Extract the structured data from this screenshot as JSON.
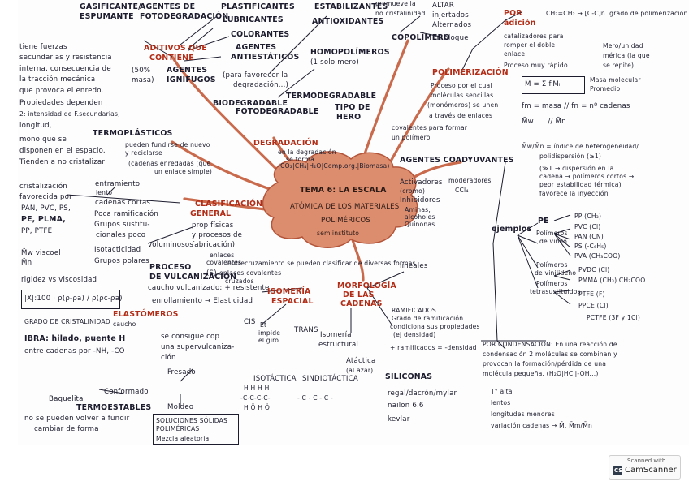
{
  "cloud": {
    "title": "TEMA 6: LA ESCALA",
    "line2": "ATÓMICA DE LOS MATERIALES",
    "line3": "POLIMÉRICOS",
    "line4": "semiinstituto",
    "fill": "#dc8d6e",
    "stroke": "#b4553a"
  },
  "colors": {
    "ink": "#1c1c2e",
    "branch": "#c96a4c",
    "accent": "#b22d17"
  },
  "top_left": {
    "aditivos_title": "ADITIVOS QUE",
    "aditivos_sub": "CONTIENE",
    "percent": "(50%",
    "masa": "masa)",
    "gasificante": "GASIFICANTE/",
    "espumante": "ESPUMANTE",
    "agentes_foto": "AGENTES DE",
    "fotodeg": "FOTODEGRADACIÓN",
    "plastificantes": "PLASTIFICANTES",
    "lubricantes": "LUBRICANTES",
    "colorantes": "COLORANTES",
    "agentes_anti": "AGENTES",
    "antiestaticos": "ANTIESTÁTICOS",
    "agentes_ign": "AGENTES",
    "ignifugos": "IGNÍFUGOS",
    "para_favorecer": "(para favorecer la",
    "degradacion_paren": "degradación...)",
    "estabilizantes": "ESTABILIZANTES",
    "antioxidantes": "ANTIOXIDANTES",
    "promueve1": "promueve la",
    "promueve2": "no cristalinidad",
    "biodegradable": "BIODEGRADABLE",
    "fotodegradable": "FOTODEGRADABLE",
    "termodegradable": "TERMODEGRADABLE",
    "tipo_de1": "TIPO DE",
    "tipo_de2": "HERO",
    "degradacion": "DEGRADACIÓN",
    "en_la_degr": "en la degradación",
    "se_forma": "se forma",
    "deg_products": "(CO₂|CH₄|H₂O|Comp.org.|Biomasa)"
  },
  "left_text": [
    "tiene fuerzas",
    "secundarias y resistencia",
    "interna, consecuencia de",
    "la tracción mecánica",
    "que provoca el enredo.",
    "Propiedades dependen",
    "2: intensidad de F.secundarias,",
    "longitud,",
    "mono que se",
    "disponen en el espacio.",
    "Tienden a no cristalizar"
  ],
  "termoplasticos": {
    "title": "TERMOPLÁSTICOS",
    "l1": "pueden fundirse de nuevo",
    "l2": "y reciclarse",
    "l3": "(cadenas enredadas (que",
    "l4": "un enlace simple)"
  },
  "left_mid": {
    "cristalizacion": "cristalización",
    "favorecida": "favorecida por",
    "pan": "PAN, PVC, PS,",
    "pe": "PE, PLMA,",
    "pp": "PP, PTFE",
    "mw": "M̄w viscoel",
    "mn": "M̄n",
    "entramiento": "entramiento",
    "lento": "lento",
    "cadenas_cortas": "cadenas cortas",
    "poca": "Poca ramificación",
    "grupos1": "Grupos sustitu-",
    "grupos2": "cionales poco",
    "voluminosos": "voluminosos",
    "isotacticidad": "Isotacticidad",
    "grupos_polares": "Grupos polares",
    "rigidez": "rigidez vs viscosidad",
    "formula": "|X|:100 · ρ(ρ-ρa) / ρ(ρc-ρa)",
    "grado": "GRADO DE CRISTALINIDAD",
    "ibra1": "IBRA: hilado, puente H",
    "ibra2": "entre cadenas por -NH, -CO"
  },
  "clasificacion": {
    "title1": "CLASIFICACIÓN",
    "title2": "GENERAL",
    "prop1": "prop físicas",
    "prop2": "y procesos de",
    "prop3": "fabricación)",
    "enlaces": "enlaces",
    "covalentes": "covalentes",
    "proceso": "PROCESO",
    "vulcanizacion": "DE VULCANIZACIÓN",
    "caucho": "caucho vulcanizado: + resistente",
    "enrollamiento": "enrollamiento → Elasticidad",
    "elastomeros": "ELASTÓMEROS",
    "caucho2": "caucho",
    "entrecruzamiento": "entrecruzamiento se pueden clasificar de diversas formas",
    "s5": "(S)",
    "enlaces_cov": "enlaces covalentes",
    "cruzados": "cruzados"
  },
  "bottom_left": {
    "se_consigue1": "se consigue cop",
    "se_consigue2": "una supervulcaniza-",
    "se_consigue3": "ción",
    "baquelita": "Baquelita",
    "conformado": "Conformado",
    "termoestables": "TERMOESTABLES",
    "tb1": "no se pueden volver a fundir",
    "tb2": "cambiar de forma",
    "fresado": "Fresado",
    "moldeo": "Moldeo",
    "soluciones1": "SOLUCIONES SÓLIDAS",
    "soluciones2": "POLIMÉRICAS",
    "mezcla": "Mezcla aleatoria"
  },
  "bottom_mid": {
    "isomeria": "ISOMERÍA",
    "espacial": "ESPACIAL",
    "cis": "CIS",
    "et": "Et",
    "impide": "impide",
    "el_giro": "el giro",
    "trans": "TRANS",
    "isomeria_est1": "Isomería",
    "isomeria_est2": "estructural",
    "morfologia1": "MORFOLOGÍA",
    "morfologia2": "DE LAS",
    "morfologia3": "CADENAS",
    "isotactica": "ISOTÁCTICA",
    "sindiotactica": "SINDIOTÁCTICA",
    "atactica1": "Atáctica",
    "atactica2": "(al azar)",
    "chem1": "H H H H",
    "chem2": "-C-C-C-C-",
    "chem3": "H Ö H Ö",
    "chem4": "- C - C - C -",
    "siliconas": "SILICONAS",
    "ramificados1": "RAMIFICADOS",
    "ramificados2": "Grado de ramificación",
    "ramificados3": "condiciona sus propiedades",
    "ramificados4": "(ej densidad)",
    "ramificados5": "+ ramificados = -densidad",
    "lineales": "lineales",
    "nylon1": "regal/dacrón/mylar",
    "nylon2": "nailon 6.6",
    "kevlar": "kevlar"
  },
  "right_mid": {
    "cristalino_top1": "ALTAR",
    "cristalino_top2": "injertados",
    "cristalino_top3": "Alternados",
    "en_bloque": "En bloque",
    "copolimero": "COPOLÍMERO",
    "homopolimeros1": "HOMOPOLÍMEROS",
    "homopolimeros2": "(1 solo mero)",
    "polimerizacion": "POLIMERIZACIÓN",
    "proceso1": "Proceso por el cual",
    "proceso2": "moléculas sencillas",
    "proceso3": "(monómeros) se unen",
    "proceso4": "a través de enlaces",
    "proceso5": "covalentes para formar",
    "proceso6": "un polímero",
    "agentes_coad": "AGENTES COADYUVANTES",
    "activadores": "Activadores",
    "inhibidores": "Inhibidores",
    "aminas": "Aminas,",
    "alcoholes": "alcoholes",
    "quinonas": "Quinonas",
    "moderadores": "moderadores",
    "ccl4": "CCl₄",
    "iniciadores": "(cromo)"
  },
  "right": {
    "por_adicion1": "POR",
    "por_adicion2": "adición",
    "formula_top": "CH₂=CH₂ → [C-C]n  grado de polimerización",
    "catalizadores1": "catalizadores para",
    "catalizadores2": "romper el doble",
    "catalizadores3": "enlace",
    "proceso_rapido": "Proceso muy rápido",
    "mero1": "Mero/unidad",
    "mero2": "mérica (la que",
    "mero3": "se repite)",
    "mn_formula": "M̄ = Σ fᵢMᵢ",
    "masa_molecular1": "Masa molecular",
    "masa_molecular2": "Promedio",
    "fm": "fm = masa // fn = nº cadenas",
    "mw_label": "M̄w      // M̄n",
    "indice1": "M̄w/M̄n = índice de heterogeneidad/",
    "indice2": "polidispersión (≥1)",
    "indice3": "(≫1 → dispersión en la",
    "indice4": "cadena → polímeros cortos →",
    "indice5": "peor estabilidad térmica)",
    "indice6": "favorece la inyección",
    "ejemplos": "ejemplos",
    "pe": "PE",
    "pp": "PP (CH₃)",
    "polimeros_vinilo1": "Polímeros",
    "polimeros_vinilo2": "de vinilo",
    "pvc": "PVC (Cl)",
    "pan": "PAN (CN)",
    "ps": "PS (-C₆H₅)",
    "pva": "PVA (CH₃COO)",
    "polimeros_vinilideno1": "Polímeros",
    "polimeros_vinilideno2": "de vinilideno",
    "pvdc": "PVDC (Cl)",
    "pmma": "PMMA (CH₃) CH₃COO",
    "polimeros_tetra1": "Polímeros",
    "polimeros_tetra2": "tetrasustituidos",
    "ptfe": "PTFE (F)",
    "pctfe1": "PPCE (Cl)",
    "pctfe2": "PCTFE (3F y 1Cl)",
    "condensacion1": "POR CONDENSACIÓN: En una reacción de",
    "condensacion2": "condensación 2 moléculas se combinan y",
    "condensacion3": "provocan la formación/pérdida de una",
    "condensacion4": "molécula pequeña. (H₂O|HCl|-OH...)",
    "bullets": [
      "T° alta",
      "lentos",
      "longitudes menores",
      "variación cadenas → M̄, M̄m/M̄n"
    ]
  },
  "watermark": {
    "small": "Scanned with",
    "big": "CamScanner"
  }
}
